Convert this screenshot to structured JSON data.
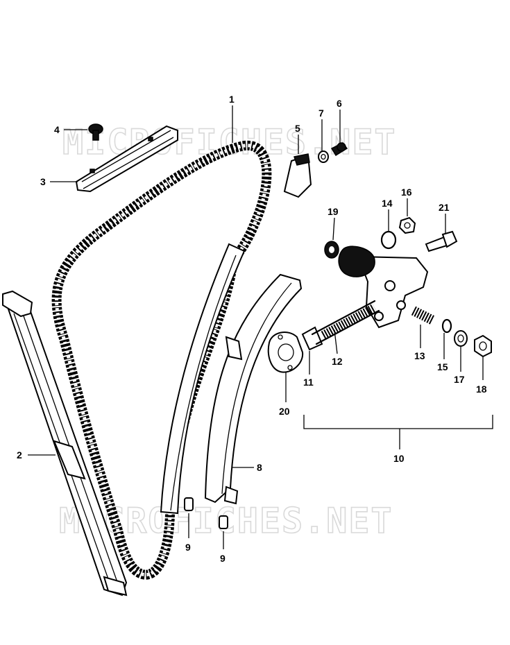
{
  "watermark": {
    "top": "MICROFICHES.NET",
    "bottom": "MICROFICHES.NET"
  },
  "callouts": [
    {
      "id": "1",
      "label": "1"
    },
    {
      "id": "2",
      "label": "2"
    },
    {
      "id": "3",
      "label": "3"
    },
    {
      "id": "4",
      "label": "4"
    },
    {
      "id": "5",
      "label": "5"
    },
    {
      "id": "6",
      "label": "6"
    },
    {
      "id": "7",
      "label": "7"
    },
    {
      "id": "8",
      "label": "8"
    },
    {
      "id": "9a",
      "label": "9"
    },
    {
      "id": "9b",
      "label": "9"
    },
    {
      "id": "10",
      "label": "10"
    },
    {
      "id": "11",
      "label": "11"
    },
    {
      "id": "12",
      "label": "12"
    },
    {
      "id": "13",
      "label": "13"
    },
    {
      "id": "14",
      "label": "14"
    },
    {
      "id": "15",
      "label": "15"
    },
    {
      "id": "16",
      "label": "16"
    },
    {
      "id": "17",
      "label": "17"
    },
    {
      "id": "18",
      "label": "18"
    },
    {
      "id": "19",
      "label": "19"
    },
    {
      "id": "20",
      "label": "20"
    },
    {
      "id": "21",
      "label": "21"
    }
  ]
}
